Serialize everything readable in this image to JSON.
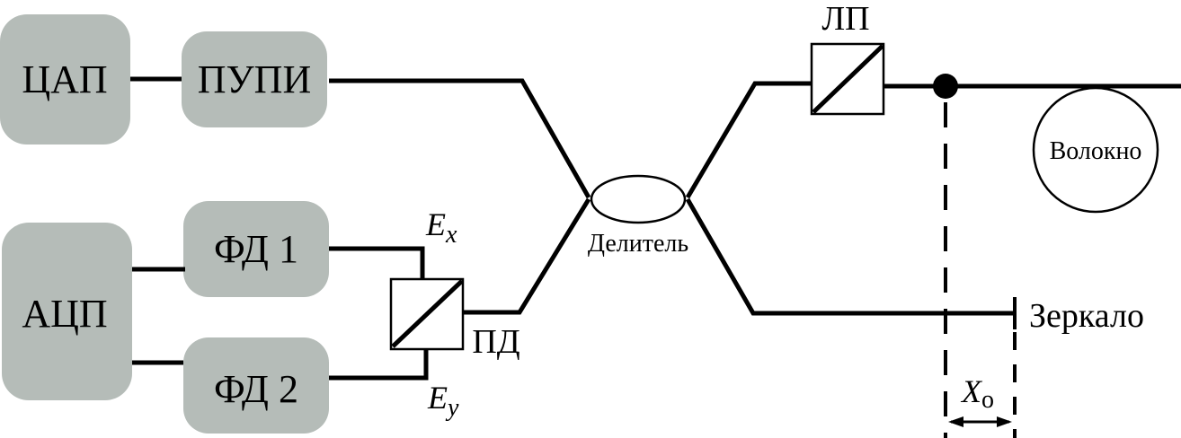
{
  "diagram": {
    "blocks": {
      "dac": "ЦАП",
      "pupi": "ПУПИ",
      "adc": "АЦП",
      "pd1": "ФД 1",
      "pd2": "ФД 2"
    },
    "labels": {
      "lp": "ЛП",
      "pd": "ПД",
      "splitter": "Делитель",
      "fiber": "Волокно",
      "mirror": "Зеркало",
      "ex_main": "E",
      "ex_sub": "x",
      "ey_main": "E",
      "ey_sub": "y",
      "x0_main": "X",
      "x0_sub": "о"
    },
    "colors": {
      "block_fill": "#b5bcb8",
      "line": "#000000"
    }
  }
}
